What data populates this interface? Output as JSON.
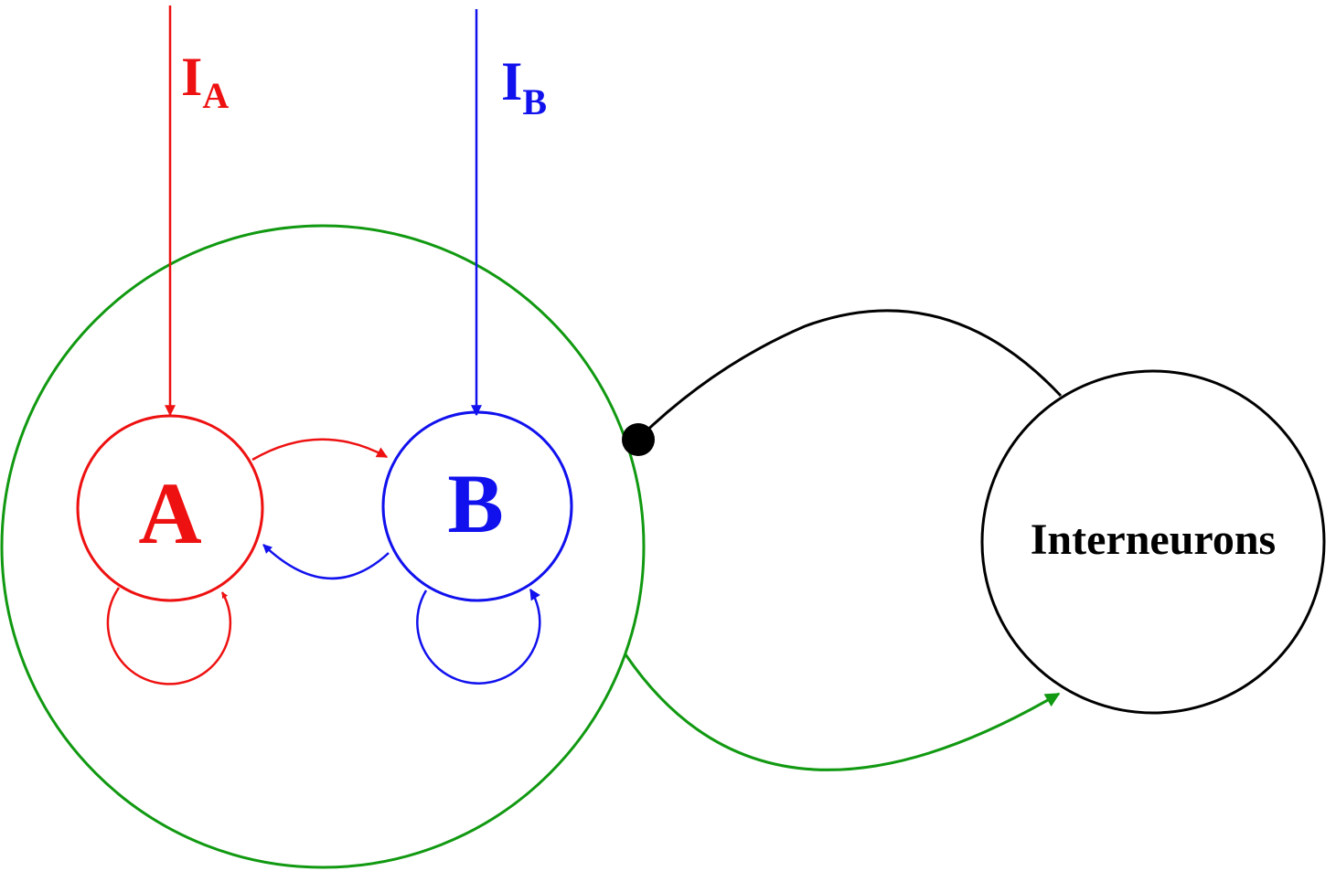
{
  "labels": {
    "input_a_main": "I",
    "input_a_sub": "A",
    "input_b_main": "I",
    "input_b_sub": "B",
    "population_a": "A",
    "population_b": "B",
    "interneurons": "Interneurons"
  },
  "colors": {
    "population_a": "#ee1111",
    "population_b": "#1111ee",
    "excitatory_pool": "#119911",
    "interneurons": "#000000"
  }
}
